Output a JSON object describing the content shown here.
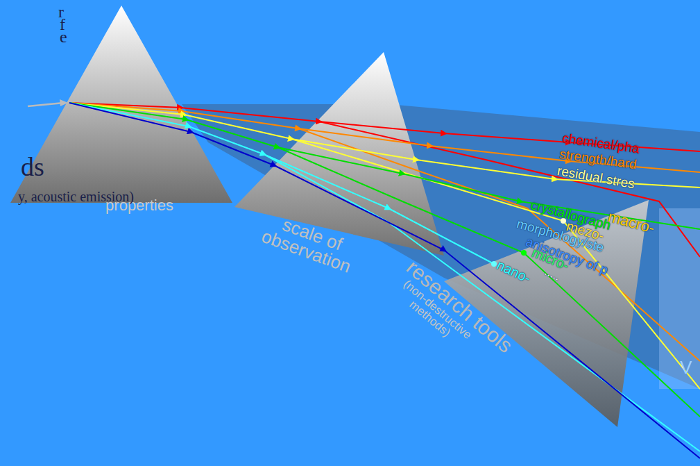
{
  "diagram": {
    "nodes": [
      {
        "text": [
          "properties"
        ]
      },
      {
        "text": [
          "scale of observation"
        ]
      },
      {
        "text": [
          "research tools",
          "(non-destructive methods)"
        ]
      }
    ],
    "labels": [
      "r",
      "f",
      "e",
      "ds",
      "y, acoustic emission)",
      "chemical/pha",
      "strength/hard",
      "residual stres",
      "crystallograph",
      "macro-",
      "morphology/ste",
      "mezo-",
      "anisotropy of p",
      "micro-",
      "nano-",
      ".....",
      "V"
    ]
  }
}
